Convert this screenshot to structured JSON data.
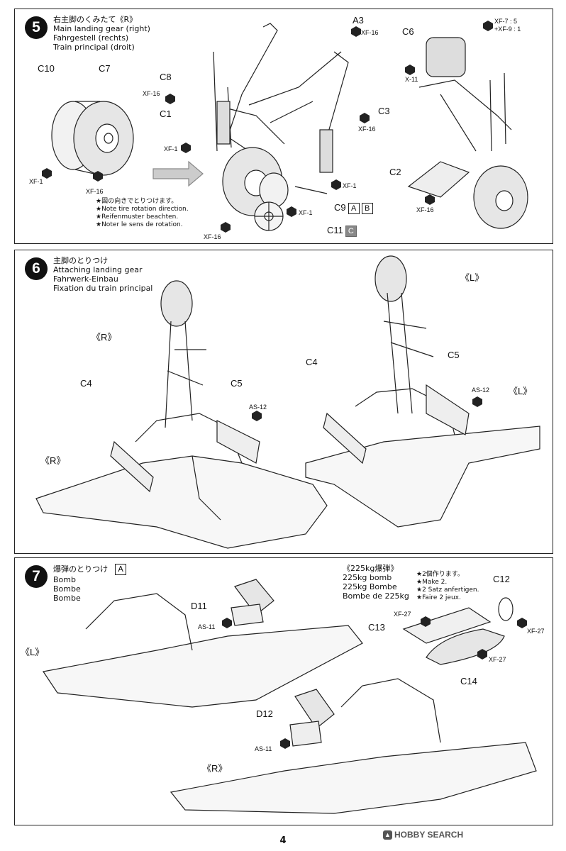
{
  "step5": {
    "number": "5",
    "title_jp": "右主脚のくみたて《R》",
    "title_en": "Main landing gear (right)",
    "title_de": "Fahrgestell (rechts)",
    "title_fr": "Train principal (droit)",
    "parts": {
      "c10": "C10",
      "c7": "C7",
      "c8": "C8",
      "c1": "C1",
      "a3": "A3",
      "c3": "C3",
      "c6": "C6",
      "c2": "C2",
      "c9": "C9",
      "c11": "C11"
    },
    "paints": {
      "xf1a": "XF-1",
      "xf16a": "XF-16",
      "xf16b": "XF-16",
      "xf1b": "XF-1",
      "xf16c": "XF-16",
      "xf16d": "XF-16",
      "xf1c": "XF-1",
      "xf1d": "XF-1",
      "xf16e": "XF-16",
      "x11": "X-11",
      "xf16f": "XF-16",
      "mix1": "XF-7 : 5",
      "mix2": "+XF-9 : 1"
    },
    "note": [
      "★図の向きでとりつけます。",
      "★Note tire rotation direction.",
      "★Reifenmuster beachten.",
      "★Noter le sens de rotation."
    ],
    "box_a": "A",
    "box_b": "B",
    "box_c": "C"
  },
  "step6": {
    "number": "6",
    "title_jp": "主脚のとりつけ",
    "title_en": "Attaching landing gear",
    "title_de": "Fahrwerk-Einbau",
    "title_fr": "Fixation du train principal",
    "labels": {
      "r1": "《R》",
      "r2": "《R》",
      "l1": "《L》",
      "l2": "《L》",
      "c4a": "C4",
      "c5a": "C5",
      "c4b": "C4",
      "c5b": "C5",
      "as12a": "AS-12",
      "as12b": "AS-12"
    }
  },
  "step7": {
    "number": "7",
    "title_jp": "爆弾のとりつけ",
    "title_en": "Bomb",
    "title_de": "Bombe",
    "title_fr": "Bombe",
    "box_a": "A",
    "bomb_title_jp": "《225kg爆弾》",
    "bomb_title_en": "225kg bomb",
    "bomb_title_de": "225kg Bombe",
    "bomb_title_fr": "Bombe de 225kg",
    "make2": [
      "★2個作ります。",
      "★Make 2.",
      "★2 Satz anfertigen.",
      "★Faire 2 jeux."
    ],
    "labels": {
      "d11": "D11",
      "d12": "D12",
      "c12": "C12",
      "c13": "C13",
      "c14": "C14",
      "l": "《L》",
      "r": "《R》",
      "as11a": "AS-11",
      "as11b": "AS-11",
      "xf27a": "XF-27",
      "xf27b": "XF-27",
      "xf27c": "XF-27"
    }
  },
  "page_number": "4",
  "watermark": "HOBBY SEARCH"
}
